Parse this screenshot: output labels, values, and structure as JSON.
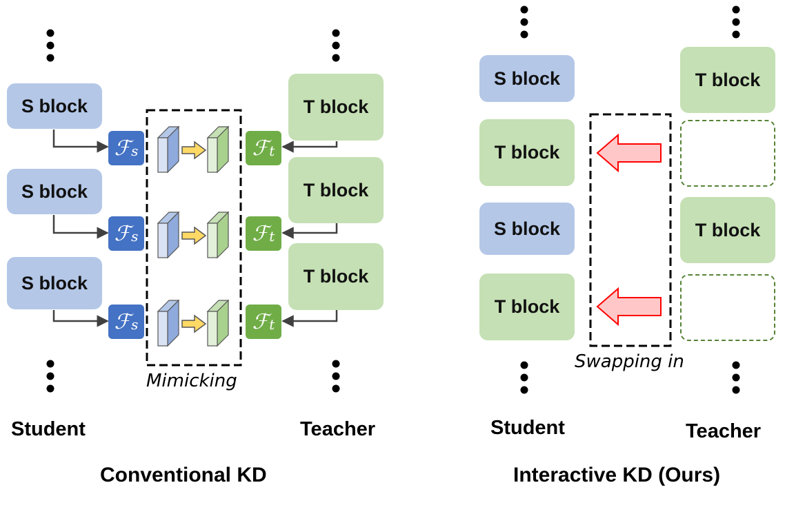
{
  "left_panel": {
    "title": "Conventional KD",
    "student_label": "Student",
    "teacher_label": "Teacher",
    "student_blocks": [
      "S block",
      "S block",
      "S block"
    ],
    "teacher_blocks": [
      "T block",
      "T block",
      "T block"
    ],
    "student_feature": {
      "symbol": "ℱ",
      "subscript": "s"
    },
    "teacher_feature": {
      "symbol": "ℱ",
      "subscript": "t"
    },
    "mimic_label": "Mimicking"
  },
  "right_panel": {
    "title": "Interactive KD (Ours)",
    "student_label": "Student",
    "teacher_label": "Teacher",
    "student_blocks": [
      "S block",
      "T block",
      "S block",
      "T block"
    ],
    "teacher_blocks": [
      "T block",
      "",
      "T block",
      ""
    ],
    "swap_label": "Swapping in"
  },
  "colors": {
    "student_block": "#b4c7e7",
    "teacher_block": "#c5e0b4",
    "student_feature": "#4472c4",
    "teacher_feature": "#70ad47",
    "mimic_arrow": "#ffd966",
    "swap_arrow_fill": "#ffc7c7",
    "swap_arrow_stroke": "#ff0000"
  }
}
